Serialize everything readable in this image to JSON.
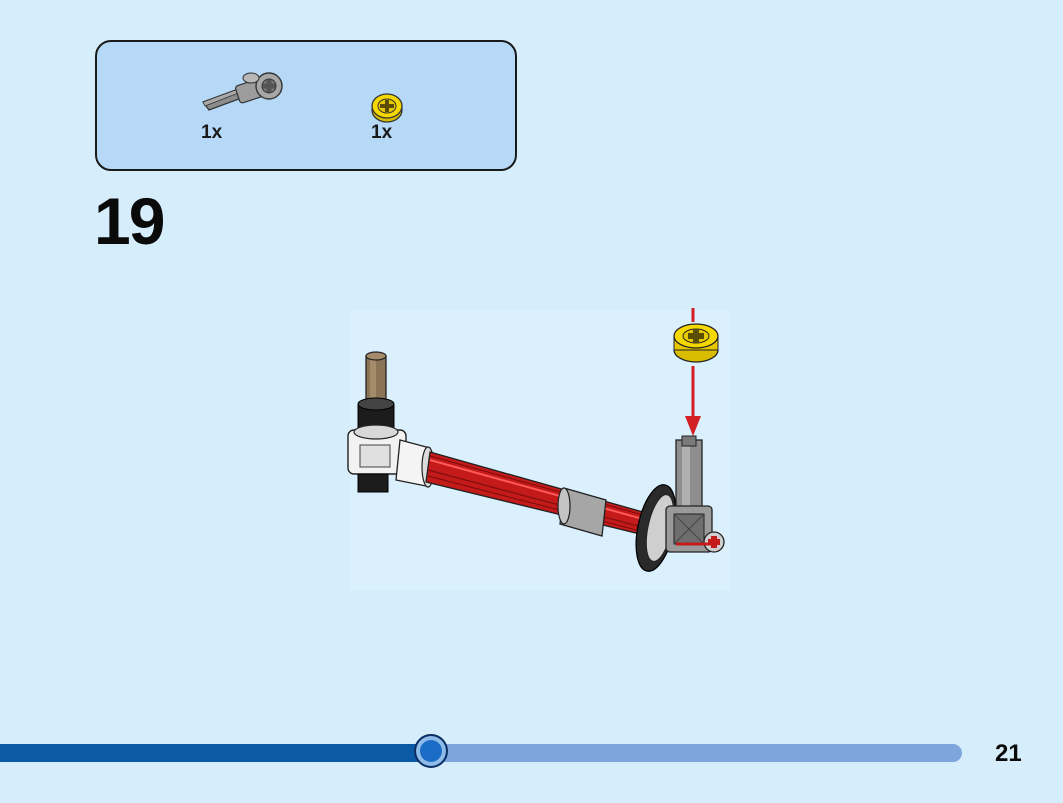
{
  "parts_list": {
    "items": [
      {
        "quantity": "1x",
        "icon": "gray-axle-connector-icon",
        "color": "#9a9a9a"
      },
      {
        "quantity": "1x",
        "icon": "yellow-bush-icon",
        "color": "#f5d800"
      }
    ]
  },
  "step": {
    "number": "19"
  },
  "progress": {
    "fraction": 0.45
  },
  "page": {
    "number": "21"
  },
  "colors": {
    "background": "#d6eefc",
    "parts_box": "#b5d9f6",
    "progress_fill": "#0a5aa6",
    "progress_track": "#7ea6dd",
    "arrow": "#d32027"
  }
}
